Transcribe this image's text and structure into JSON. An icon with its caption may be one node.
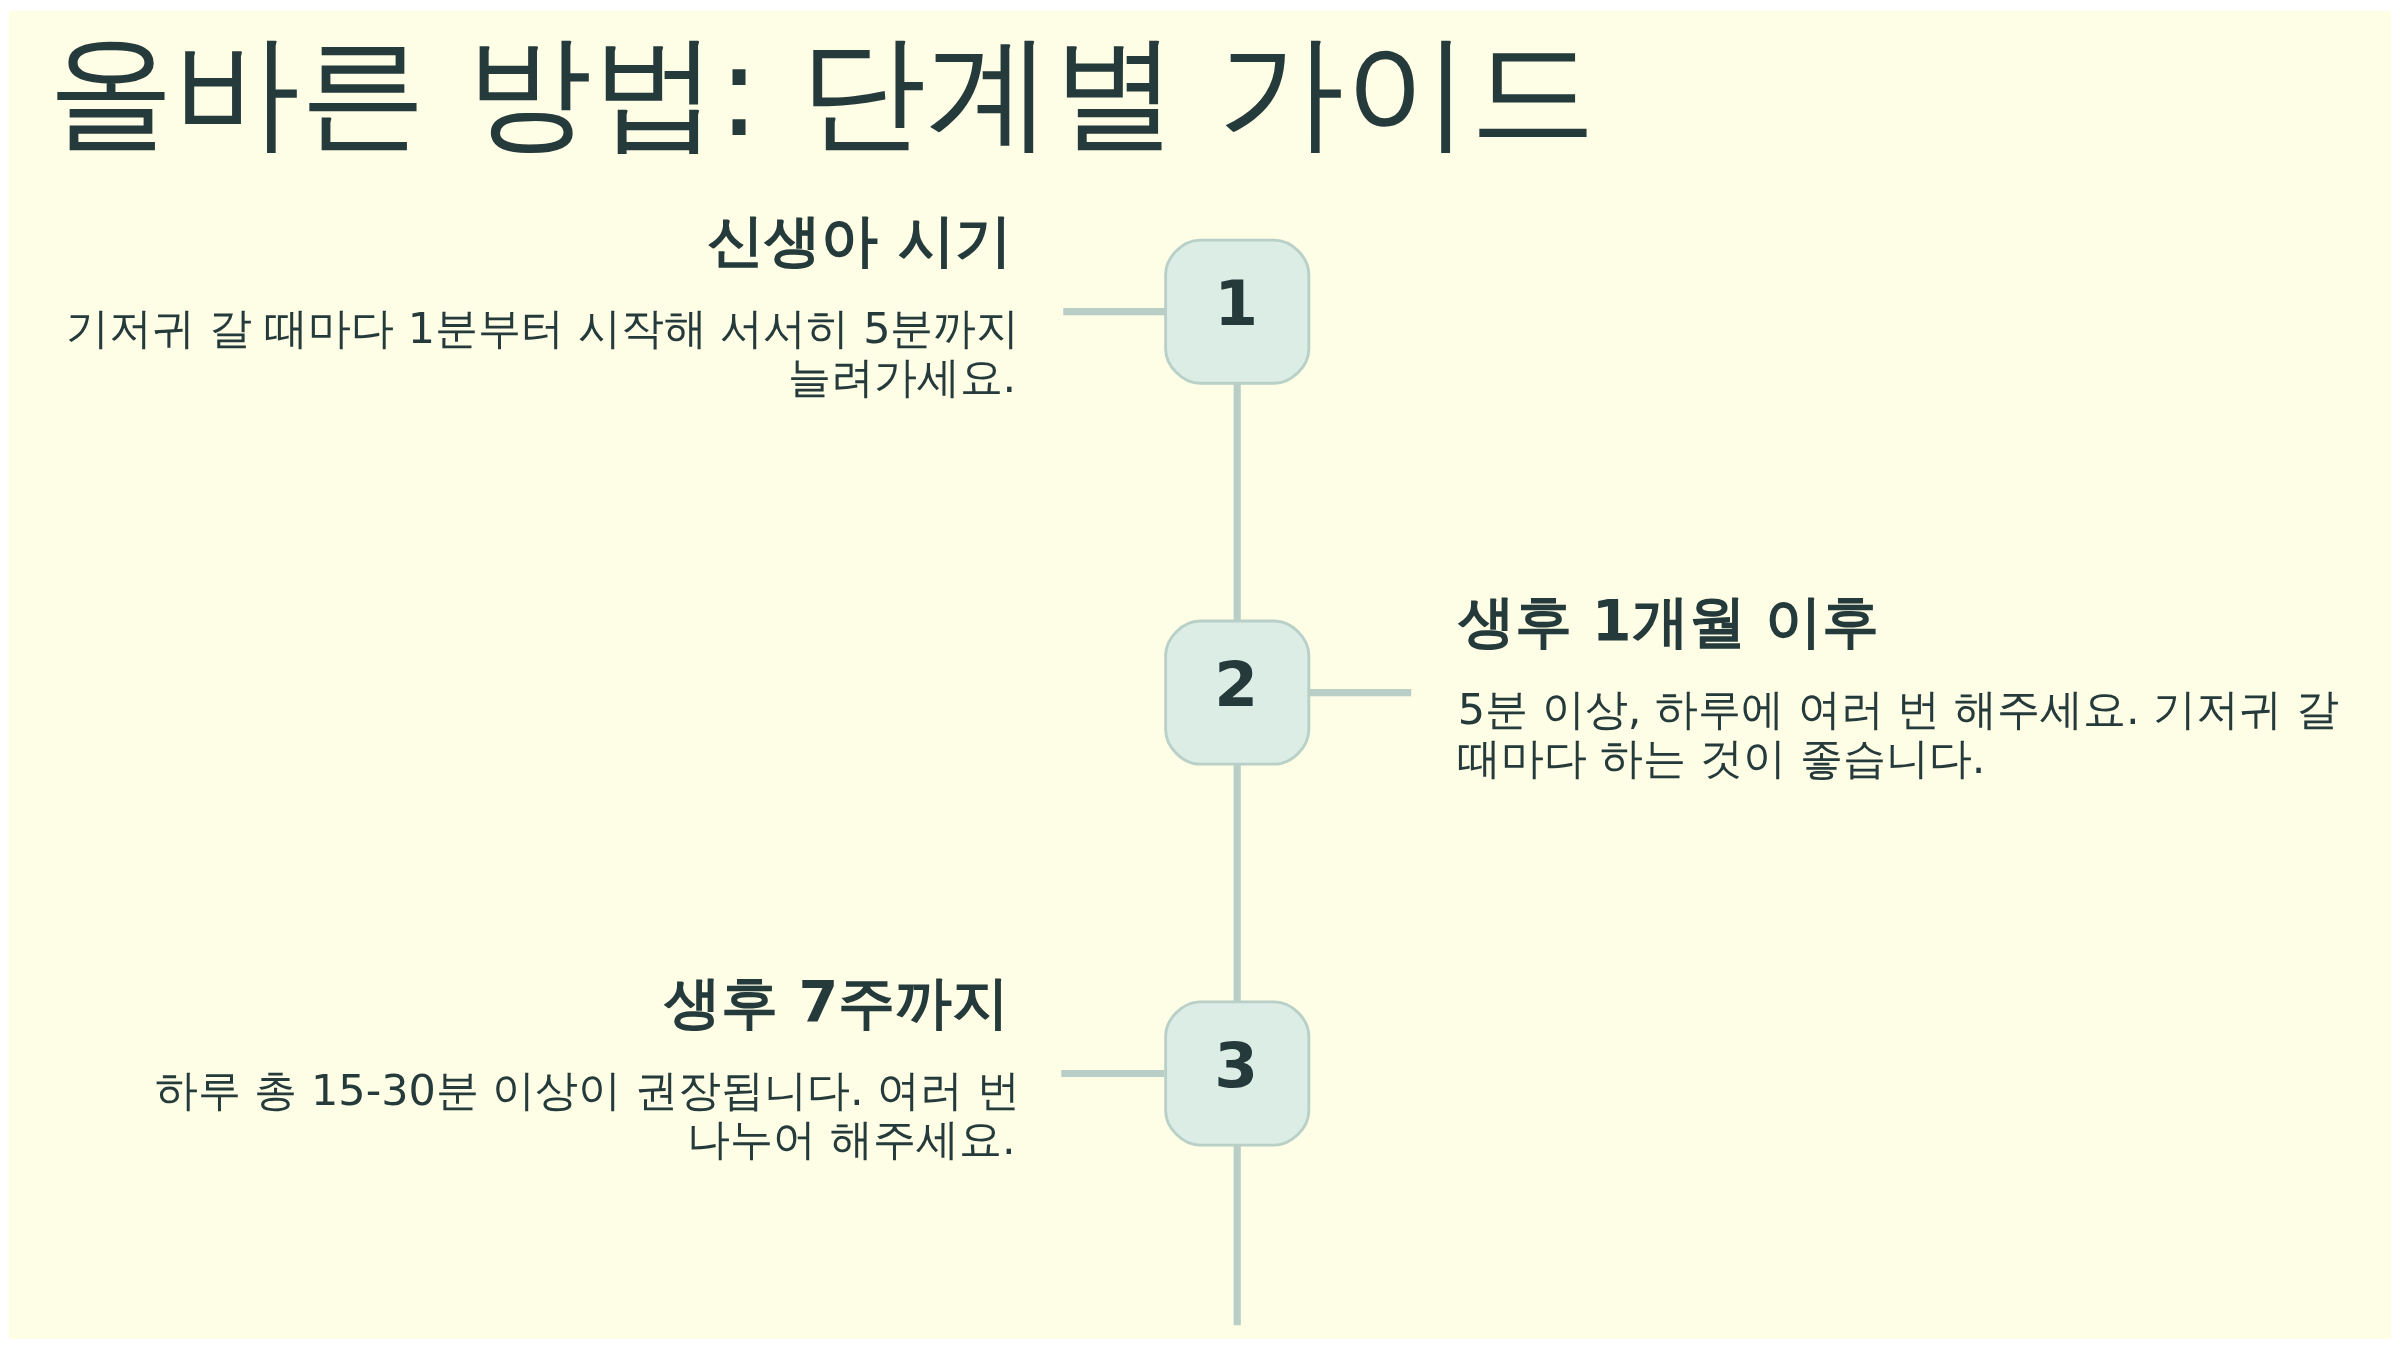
{
  "diagram": {
    "title": "올바른 방법: 단계별 가이드",
    "nodes": [
      {
        "text": [
          "신생아 시기",
          "기저귀 갈 때마다 1분부터 시작해 서서히 5분까지 늘려가세요."
        ]
      },
      {
        "text": [
          "1"
        ]
      },
      {
        "text": [
          "2"
        ]
      },
      {
        "text": [
          "생후 1개월 이후",
          "5분 이상, 하루에 여러 번 해주세요. 기저귀 갈 때마다 하는 것이 좋습니다."
        ]
      },
      {
        "text": [
          "3"
        ]
      },
      {
        "text": [
          "생후 7주까지",
          "하루 총 15-30분 이상이 권장됩니다. 여러 번 나누어 해주세요."
        ]
      }
    ],
    "edges": [
      {
        "from": 0,
        "to": 1,
        "arrow": "none"
      },
      {
        "from": 1,
        "to": 2,
        "arrow": "none"
      },
      {
        "from": 2,
        "to": 3,
        "arrow": "none"
      },
      {
        "from": 2,
        "to": 4,
        "arrow": "none"
      },
      {
        "from": 5,
        "to": 4,
        "arrow": "none"
      },
      {
        "from": 4,
        "to": null,
        "arrow": "none"
      }
    ]
  }
}
